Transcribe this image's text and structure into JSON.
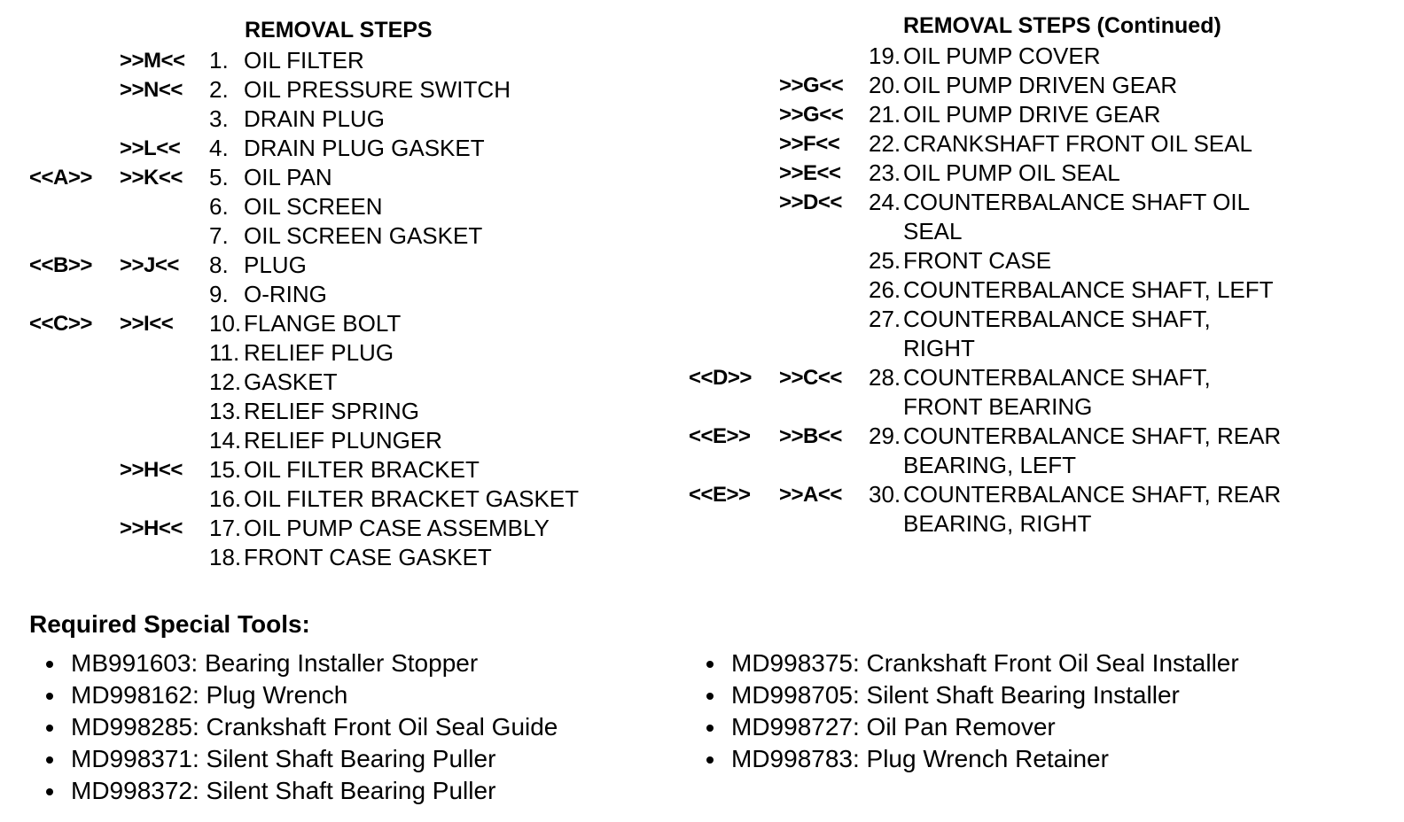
{
  "left_heading": "REMOVAL STEPS",
  "right_heading": "REMOVAL STEPS (Continued)",
  "left_steps": [
    {
      "num": "1.",
      "text": "OIL FILTER",
      "a": "",
      "b": ">>M<<"
    },
    {
      "num": "2.",
      "text": "OIL PRESSURE SWITCH",
      "a": "",
      "b": ">>N<<"
    },
    {
      "num": "3.",
      "text": "DRAIN PLUG",
      "a": "",
      "b": ""
    },
    {
      "num": "4.",
      "text": "DRAIN PLUG GASKET",
      "a": "",
      "b": ">>L<<"
    },
    {
      "num": "5.",
      "text": "OIL PAN",
      "a": "<<A>>",
      "b": ">>K<<"
    },
    {
      "num": "6.",
      "text": "OIL SCREEN",
      "a": "",
      "b": ""
    },
    {
      "num": "7.",
      "text": "OIL SCREEN GASKET",
      "a": "",
      "b": ""
    },
    {
      "num": "8.",
      "text": "PLUG",
      "a": "<<B>>",
      "b": ">>J<<"
    },
    {
      "num": "9.",
      "text": "O-RING",
      "a": "",
      "b": ""
    },
    {
      "num": "10.",
      "text": "FLANGE BOLT",
      "a": "<<C>>",
      "b": ">>I<<"
    },
    {
      "num": "11.",
      "text": "RELIEF PLUG",
      "a": "",
      "b": ""
    },
    {
      "num": "12.",
      "text": "GASKET",
      "a": "",
      "b": ""
    },
    {
      "num": "13.",
      "text": "RELIEF SPRING",
      "a": "",
      "b": ""
    },
    {
      "num": "14.",
      "text": "RELIEF PLUNGER",
      "a": "",
      "b": ""
    },
    {
      "num": "15.",
      "text": "OIL FILTER BRACKET",
      "a": "",
      "b": ">>H<<"
    },
    {
      "num": "16.",
      "text": "OIL FILTER BRACKET GASKET",
      "a": "",
      "b": ""
    },
    {
      "num": "17.",
      "text": "OIL PUMP CASE ASSEMBLY",
      "a": "",
      "b": ">>H<<"
    },
    {
      "num": "18.",
      "text": "FRONT CASE GASKET",
      "a": "",
      "b": ""
    }
  ],
  "right_steps": [
    {
      "num": "19.",
      "text": "OIL PUMP COVER",
      "cont": "",
      "a": "",
      "b": ""
    },
    {
      "num": "20.",
      "text": "OIL PUMP DRIVEN GEAR",
      "cont": "",
      "a": "",
      "b": ">>G<<"
    },
    {
      "num": "21.",
      "text": "OIL PUMP DRIVE GEAR",
      "cont": "",
      "a": "",
      "b": ">>G<<"
    },
    {
      "num": "22.",
      "text": "CRANKSHAFT FRONT OIL SEAL",
      "cont": "",
      "a": "",
      "b": ">>F<<"
    },
    {
      "num": "23.",
      "text": "OIL PUMP OIL SEAL",
      "cont": "",
      "a": "",
      "b": ">>E<<"
    },
    {
      "num": "24.",
      "text": "COUNTERBALANCE SHAFT OIL",
      "cont": "SEAL",
      "a": "",
      "b": ">>D<<"
    },
    {
      "num": "25.",
      "text": "FRONT CASE",
      "cont": "",
      "a": "",
      "b": ""
    },
    {
      "num": "26.",
      "text": "COUNTERBALANCE SHAFT, LEFT",
      "cont": "",
      "a": "",
      "b": ""
    },
    {
      "num": "27.",
      "text": "COUNTERBALANCE SHAFT,",
      "cont": "RIGHT",
      "a": "",
      "b": ""
    },
    {
      "num": "28.",
      "text": "COUNTERBALANCE SHAFT,",
      "cont": "FRONT BEARING",
      "a": "<<D>>",
      "b": ">>C<<"
    },
    {
      "num": "29.",
      "text": "COUNTERBALANCE SHAFT, REAR",
      "cont": "BEARING, LEFT",
      "a": "<<E>>",
      "b": ">>B<<"
    },
    {
      "num": "30.",
      "text": "COUNTERBALANCE SHAFT, REAR",
      "cont": "BEARING, RIGHT",
      "a": "<<E>>",
      "b": ">>A<<"
    }
  ],
  "tools_title": "Required Special Tools:",
  "tools_left": [
    "MB991603: Bearing Installer Stopper",
    "MD998162: Plug Wrench",
    "MD998285: Crankshaft Front Oil Seal Guide",
    "MD998371: Silent Shaft Bearing Puller",
    "MD998372: Silent Shaft Bearing Puller"
  ],
  "tools_right": [
    "MD998375: Crankshaft Front Oil Seal Installer",
    "MD998705: Silent Shaft Bearing Installer",
    "MD998727: Oil Pan Remover",
    "MD998783: Plug Wrench Retainer"
  ]
}
